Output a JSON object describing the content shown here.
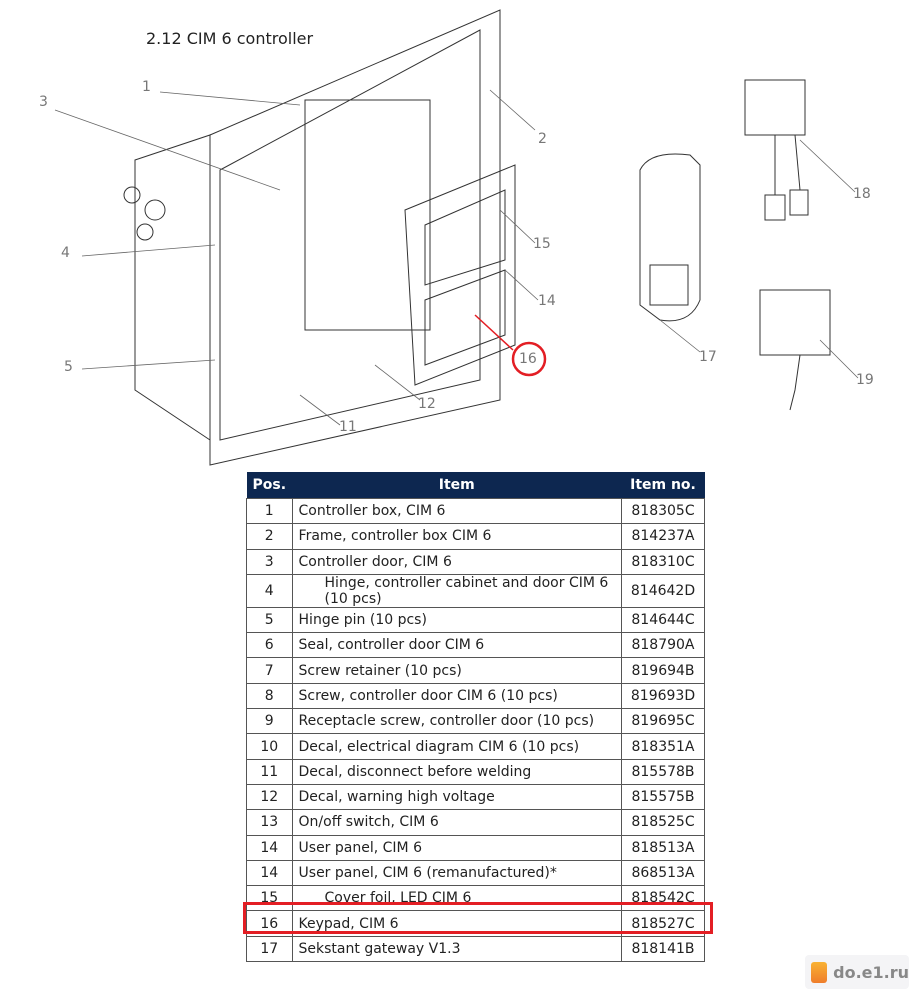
{
  "title": "2.12 CIM 6 controller",
  "callouts": [
    "1",
    "2",
    "3",
    "4",
    "5",
    "11",
    "12",
    "14",
    "15",
    "16",
    "17",
    "18",
    "19"
  ],
  "table": {
    "headers": [
      "Pos.",
      "Item",
      "Item no."
    ],
    "rows": [
      {
        "pos": "1",
        "item": "Controller box, CIM 6",
        "no": "818305C"
      },
      {
        "pos": "2",
        "item": "Frame, controller box CIM 6",
        "no": "814237A"
      },
      {
        "pos": "3",
        "item": "Controller door, CIM 6",
        "no": "818310C"
      },
      {
        "pos": "4",
        "item": "Hinge, controller cabinet and door CIM 6 (10 pcs)",
        "no": "814642D"
      },
      {
        "pos": "5",
        "item": "Hinge pin (10 pcs)",
        "no": "814644C"
      },
      {
        "pos": "6",
        "item": "Seal, controller door CIM 6",
        "no": "818790A"
      },
      {
        "pos": "7",
        "item": "Screw retainer (10 pcs)",
        "no": "819694B"
      },
      {
        "pos": "8",
        "item": "Screw, controller door CIM 6 (10 pcs)",
        "no": "819693D"
      },
      {
        "pos": "9",
        "item": "Receptacle screw, controller door (10 pcs)",
        "no": "819695C"
      },
      {
        "pos": "10",
        "item": "Decal, electrical diagram CIM 6 (10 pcs)",
        "no": "818351A"
      },
      {
        "pos": "11",
        "item": "Decal, disconnect before welding",
        "no": "815578B"
      },
      {
        "pos": "12",
        "item": "Decal, warning high voltage",
        "no": "815575B"
      },
      {
        "pos": "13",
        "item": "On/off switch, CIM 6",
        "no": "818525C"
      },
      {
        "pos": "14",
        "item": "User panel, CIM 6",
        "no": "818513A"
      },
      {
        "pos": "14",
        "item": "User panel, CIM 6 (remanufactured)*",
        "no": "868513A"
      },
      {
        "pos": "15",
        "item": "Cover foil, LED CIM 6",
        "no": "818542C"
      },
      {
        "pos": "16",
        "item": "Keypad, CIM 6",
        "no": "818527C"
      },
      {
        "pos": "17",
        "item": "Sekstant gateway V1.3",
        "no": "818141B"
      }
    ]
  },
  "watermark": "do.e1.ru",
  "highlight_color": "#e31e24"
}
